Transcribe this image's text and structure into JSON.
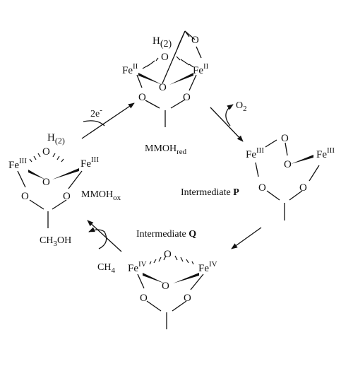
{
  "species": {
    "red": {
      "label_main": "MMOH",
      "label_sub": "red",
      "fe_left": "Fe",
      "fe_left_ox": "II",
      "fe_right": "Fe",
      "fe_right_ox": "II",
      "h": "H",
      "h_sub": "(2)",
      "o_water": "O",
      "o_bridge": "O",
      "o_top": "O",
      "o_carb_left": "O",
      "o_carb_right": "O"
    },
    "p": {
      "label_prefix": "Intermediate ",
      "label_bold": "P",
      "fe_left": "Fe",
      "fe_left_ox": "III",
      "fe_right": "Fe",
      "fe_right_ox": "III",
      "o_peroxo_top": "O",
      "o_peroxo_bottom": "O",
      "o_carb_left": "O",
      "o_carb_right": "O"
    },
    "q": {
      "label_prefix": "Intermediate ",
      "label_bold": "Q",
      "fe_left": "Fe",
      "fe_left_ox": "IV",
      "fe_right": "Fe",
      "fe_right_ox": "IV",
      "o_top": "O",
      "o_bottom": "O",
      "o_carb_left": "O",
      "o_carb_right": "O"
    },
    "ox": {
      "label_main": "MMOH",
      "label_sub": "ox",
      "fe_left": "Fe",
      "fe_left_ox": "III",
      "fe_right": "Fe",
      "fe_right_ox": "III",
      "h": "H",
      "h_sub": "(2)",
      "o_water": "O",
      "o_bridge": "O",
      "o_carb_left": "O",
      "o_carb_right": "O"
    }
  },
  "steps": {
    "reduction": {
      "reagent": "2e",
      "reagent_sup": "-"
    },
    "oxygen": {
      "reagent": "O",
      "reagent_sub": "2"
    },
    "methane": {
      "reagent": "CH",
      "reagent_sub": "4",
      "product": "CH",
      "product_sub": "3",
      "product_end": "OH"
    }
  }
}
